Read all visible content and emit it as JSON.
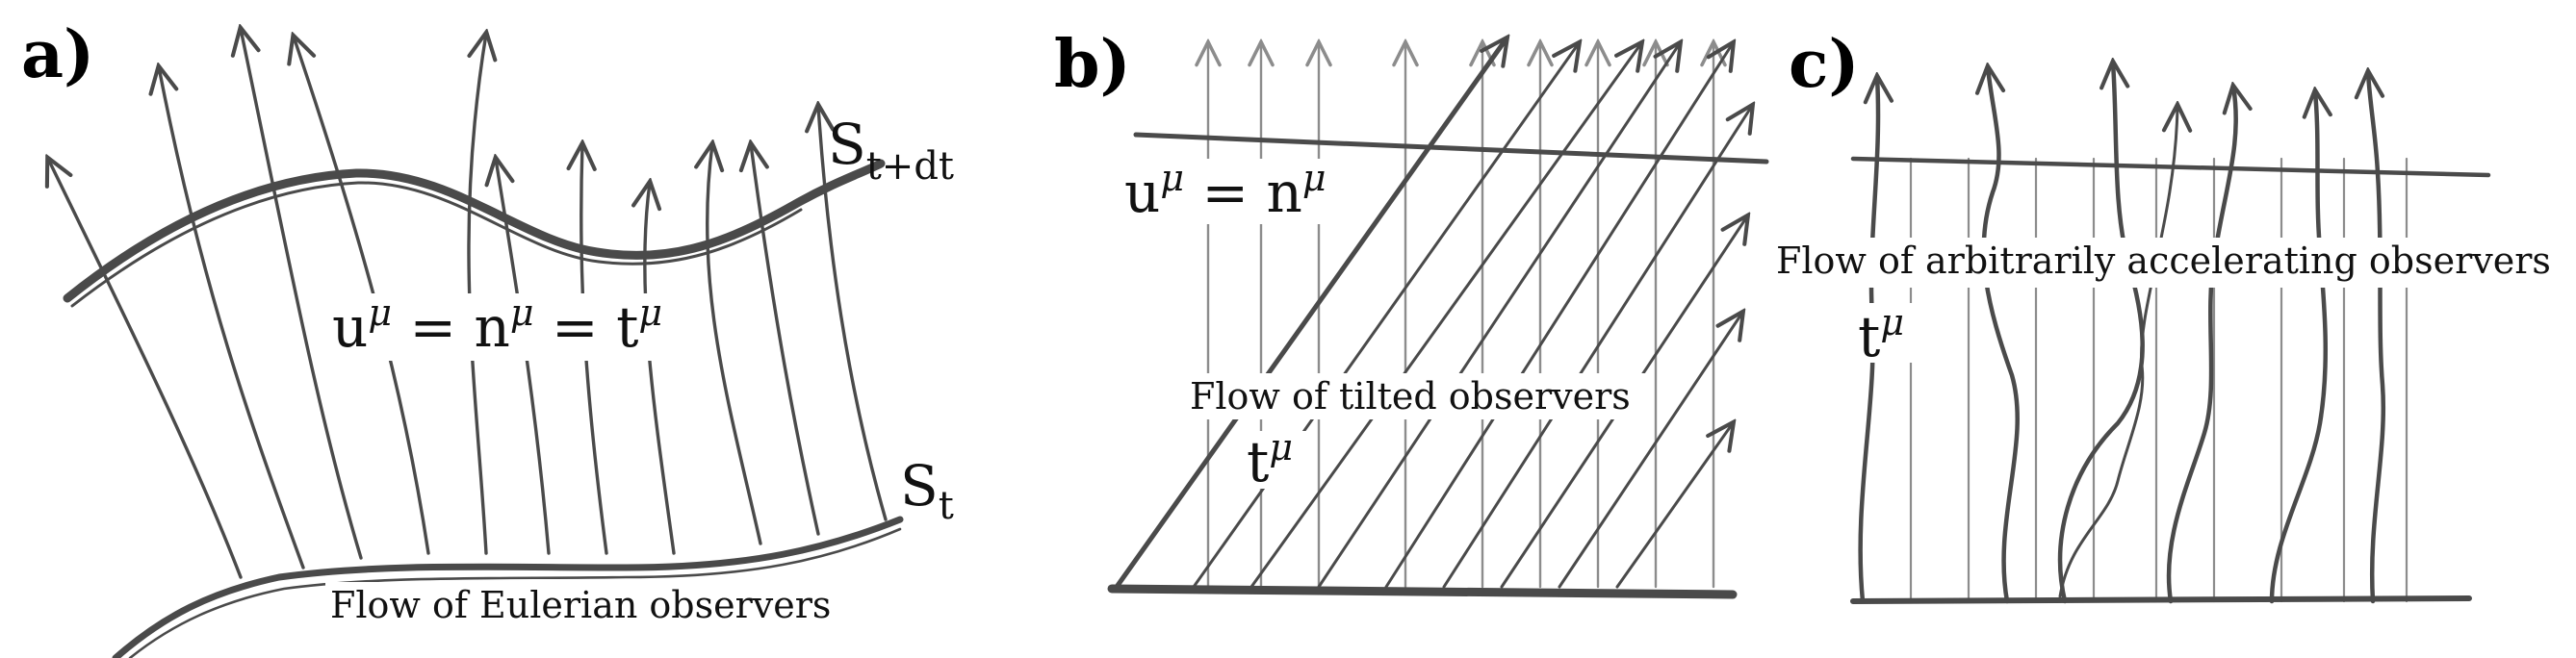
{
  "panels": [
    {
      "id": "a",
      "label": "a)",
      "equation": {
        "u": "u",
        "mu": "μ",
        "eq": " = ",
        "n": "n",
        "t": "t"
      },
      "surface_top": {
        "base": "S",
        "sub": "t+dt"
      },
      "surface_bottom": {
        "base": "S",
        "sub": "t"
      },
      "caption": "Flow of Eulerian observers"
    },
    {
      "id": "b",
      "label": "b)",
      "equation": {
        "u": "u",
        "mu": "μ",
        "eq": " = ",
        "n": "n"
      },
      "vector": {
        "base": "t",
        "sup": "μ"
      },
      "caption": "Flow of tilted observers"
    },
    {
      "id": "c",
      "label": "c)",
      "vector": {
        "base": "t",
        "sup": "μ"
      },
      "caption": "Flow of arbitrarily accelerating observers"
    }
  ],
  "colors": {
    "ink": "#4a4a4a",
    "light_ink": "#8c8c8c",
    "background": "#ffffff"
  }
}
